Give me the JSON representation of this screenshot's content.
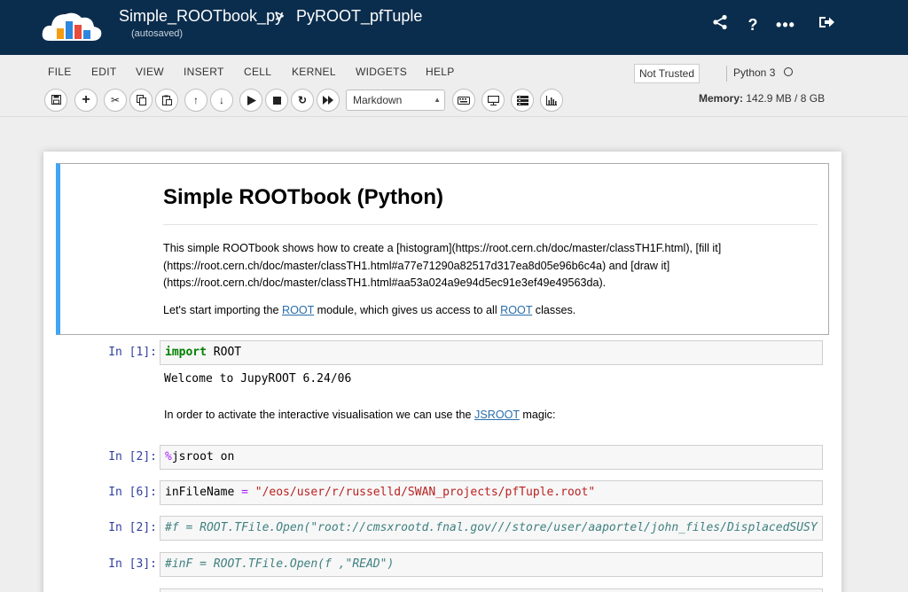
{
  "header": {
    "notebook_folder": "Simple_ROOTbook_py",
    "separator": ">",
    "notebook_name": "PyROOT_pfTuple",
    "autosave_status": "(autosaved)",
    "icons": [
      "share-icon",
      "help-icon",
      "more-icon",
      "logout-icon"
    ]
  },
  "menu": {
    "items": [
      "FILE",
      "EDIT",
      "VIEW",
      "INSERT",
      "CELL",
      "KERNEL",
      "WIDGETS",
      "HELP"
    ],
    "trust_status": "Not Trusted",
    "kernel_name": "Python 3",
    "memory_label": "Memory:",
    "memory_value": "142.9 MB / 8 GB"
  },
  "toolbar": {
    "buttons": [
      "save-icon",
      "add-cell-icon",
      "cut-icon",
      "copy-icon",
      "paste-icon",
      "move-up-icon",
      "move-down-icon",
      "run-icon",
      "stop-icon",
      "restart-icon",
      "run-all-icon"
    ],
    "cell_type": "Markdown",
    "extra_buttons": [
      "keyboard-icon",
      "presentation-icon",
      "spark-icon",
      "chart-icon"
    ]
  },
  "markdown_cell": {
    "title": "Simple ROOTbook (Python)",
    "para1_a": "This simple ROOTbook shows how to create a [histogram](https://root.cern.ch/doc/master/classTH1F.html), [fill it]",
    "para1_b": "(https://root.cern.ch/doc/master/classTH1.html#a77e71290a82517d317ea8d05e96b6c4a) and [draw it]",
    "para1_c": "(https://root.cern.ch/doc/master/classTH1.html#aa53a024a9e94d5ec91e3ef49e49563da).",
    "para2_pre": "Let's start importing the ",
    "para2_link1": "ROOT",
    "para2_mid": " module, which gives us access to all ",
    "para2_link2": "ROOT",
    "para2_post": " classes."
  },
  "cells": [
    {
      "prompt": "In [1]:",
      "keyword": "import",
      "code": " ROOT",
      "output": "Welcome to JupyROOT 6.24/06"
    },
    {
      "md_pre": "In order to activate the interactive visualisation we can use the ",
      "md_link": "JSROOT",
      "md_post": " magic:"
    },
    {
      "prompt": "In [2]:",
      "magic": "%",
      "code": "jsroot on"
    },
    {
      "prompt": "In [6]:",
      "var": "inFileName ",
      "op": "=",
      "string": " \"/eos/user/r/russelld/SWAN_projects/pfTuple.root\""
    },
    {
      "prompt": "In [2]:",
      "comment": "#f = ROOT.TFile.Open(\"root://cmsxrootd.fnal.gov///store/user/aaportel/john_files/DisplacedSUSY"
    },
    {
      "prompt": "In [3]:",
      "comment": "#inF = ROOT.TFile.Open(f ,\"READ\")"
    }
  ]
}
